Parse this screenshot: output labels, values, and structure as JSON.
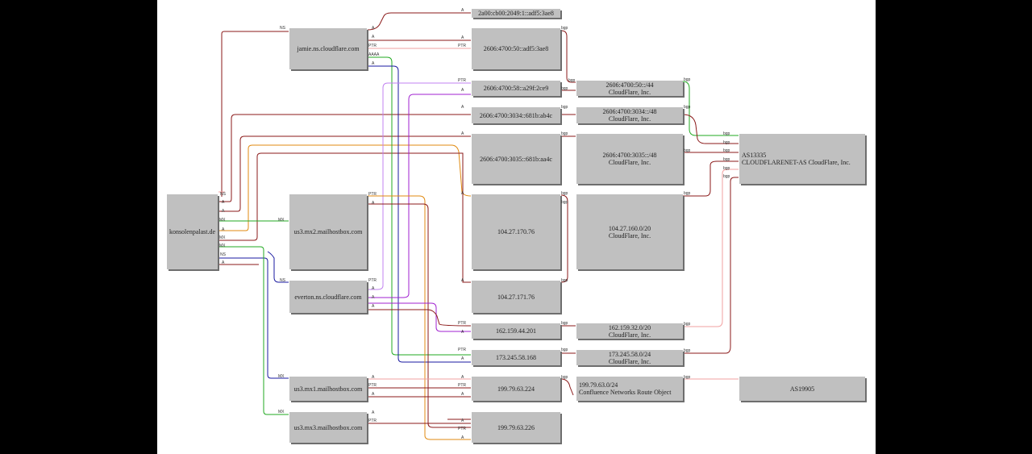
{
  "nodes": {
    "apex": {
      "label": "konsolenpalast.de"
    },
    "ns_jamie": {
      "label": "jamie.ns.cloudflare.com"
    },
    "ns_everton": {
      "label": "everton.ns.cloudflare.com"
    },
    "mx2": {
      "label": "us3.mx2.mailhostbox.com"
    },
    "mx1": {
      "label": "us3.mx1.mailhostbox.com"
    },
    "mx3": {
      "label": "us3.mx3.mailhostbox.com"
    },
    "ip6_a": {
      "label": "2a00:cb00:2049:1::adf5:3ae8"
    },
    "ip6_b": {
      "label": "2606:4700:50::adf5:3ae8"
    },
    "ip6_c": {
      "label": "2606:4700:58::a29f:2ce9"
    },
    "ip6_d": {
      "label": "2606:4700:3034::681b:ab4c"
    },
    "ip6_e": {
      "label": "2606:4700:3035::681b:aa4c"
    },
    "ip4_a": {
      "label": "104.27.170.76"
    },
    "ip4_b": {
      "label": "104.27.171.76"
    },
    "ip4_c": {
      "label": "162.159.44.201"
    },
    "ip4_d": {
      "label": "173.245.58.168"
    },
    "ip4_e": {
      "label": "199.79.63.224"
    },
    "ip4_f": {
      "label": "199.79.63.226"
    },
    "pfx_a": {
      "line1": "2606:4700:50::/44",
      "line2": "CloudFlare, Inc."
    },
    "pfx_b": {
      "line1": "2606:4700:3034::/48",
      "line2": "CloudFlare, Inc."
    },
    "pfx_c": {
      "line1": "2606:4700:3035::/48",
      "line2": "CloudFlare, Inc."
    },
    "pfx_d": {
      "line1": "104.27.160.0/20",
      "line2": "CloudFlare, Inc."
    },
    "pfx_e": {
      "line1": "162.159.32.0/20",
      "line2": "CloudFlare, Inc."
    },
    "pfx_f": {
      "line1": "173.245.58.0/24",
      "line2": "CloudFlare, Inc."
    },
    "pfx_g": {
      "line1": "199.79.63.0/24",
      "line2": "Confluence Networks Route Object"
    },
    "as_cf": {
      "line1": "AS13335",
      "line2": "CLOUDFLARENET-AS CloudFlare, Inc."
    },
    "as_cn": {
      "label": "AS19905"
    }
  },
  "edge_labels": {
    "ns": "NS",
    "mx": "MX",
    "a": "A",
    "aaaa": "AAAA",
    "ptr": "PTR",
    "bgp": "bgp"
  },
  "colors": {
    "background": "#000000",
    "canvas": "#ffffff",
    "node_fill": "#c0c0c0",
    "node_shadow": "#6e6e6e",
    "dark_red": "#8b1a1a",
    "pink": "#f2a0a0",
    "green": "#22aa22",
    "blue": "#1a1aa0",
    "purple": "#a020d0",
    "lavender": "#c080f0",
    "orange": "#e08a10",
    "brown": "#9a6a20"
  }
}
